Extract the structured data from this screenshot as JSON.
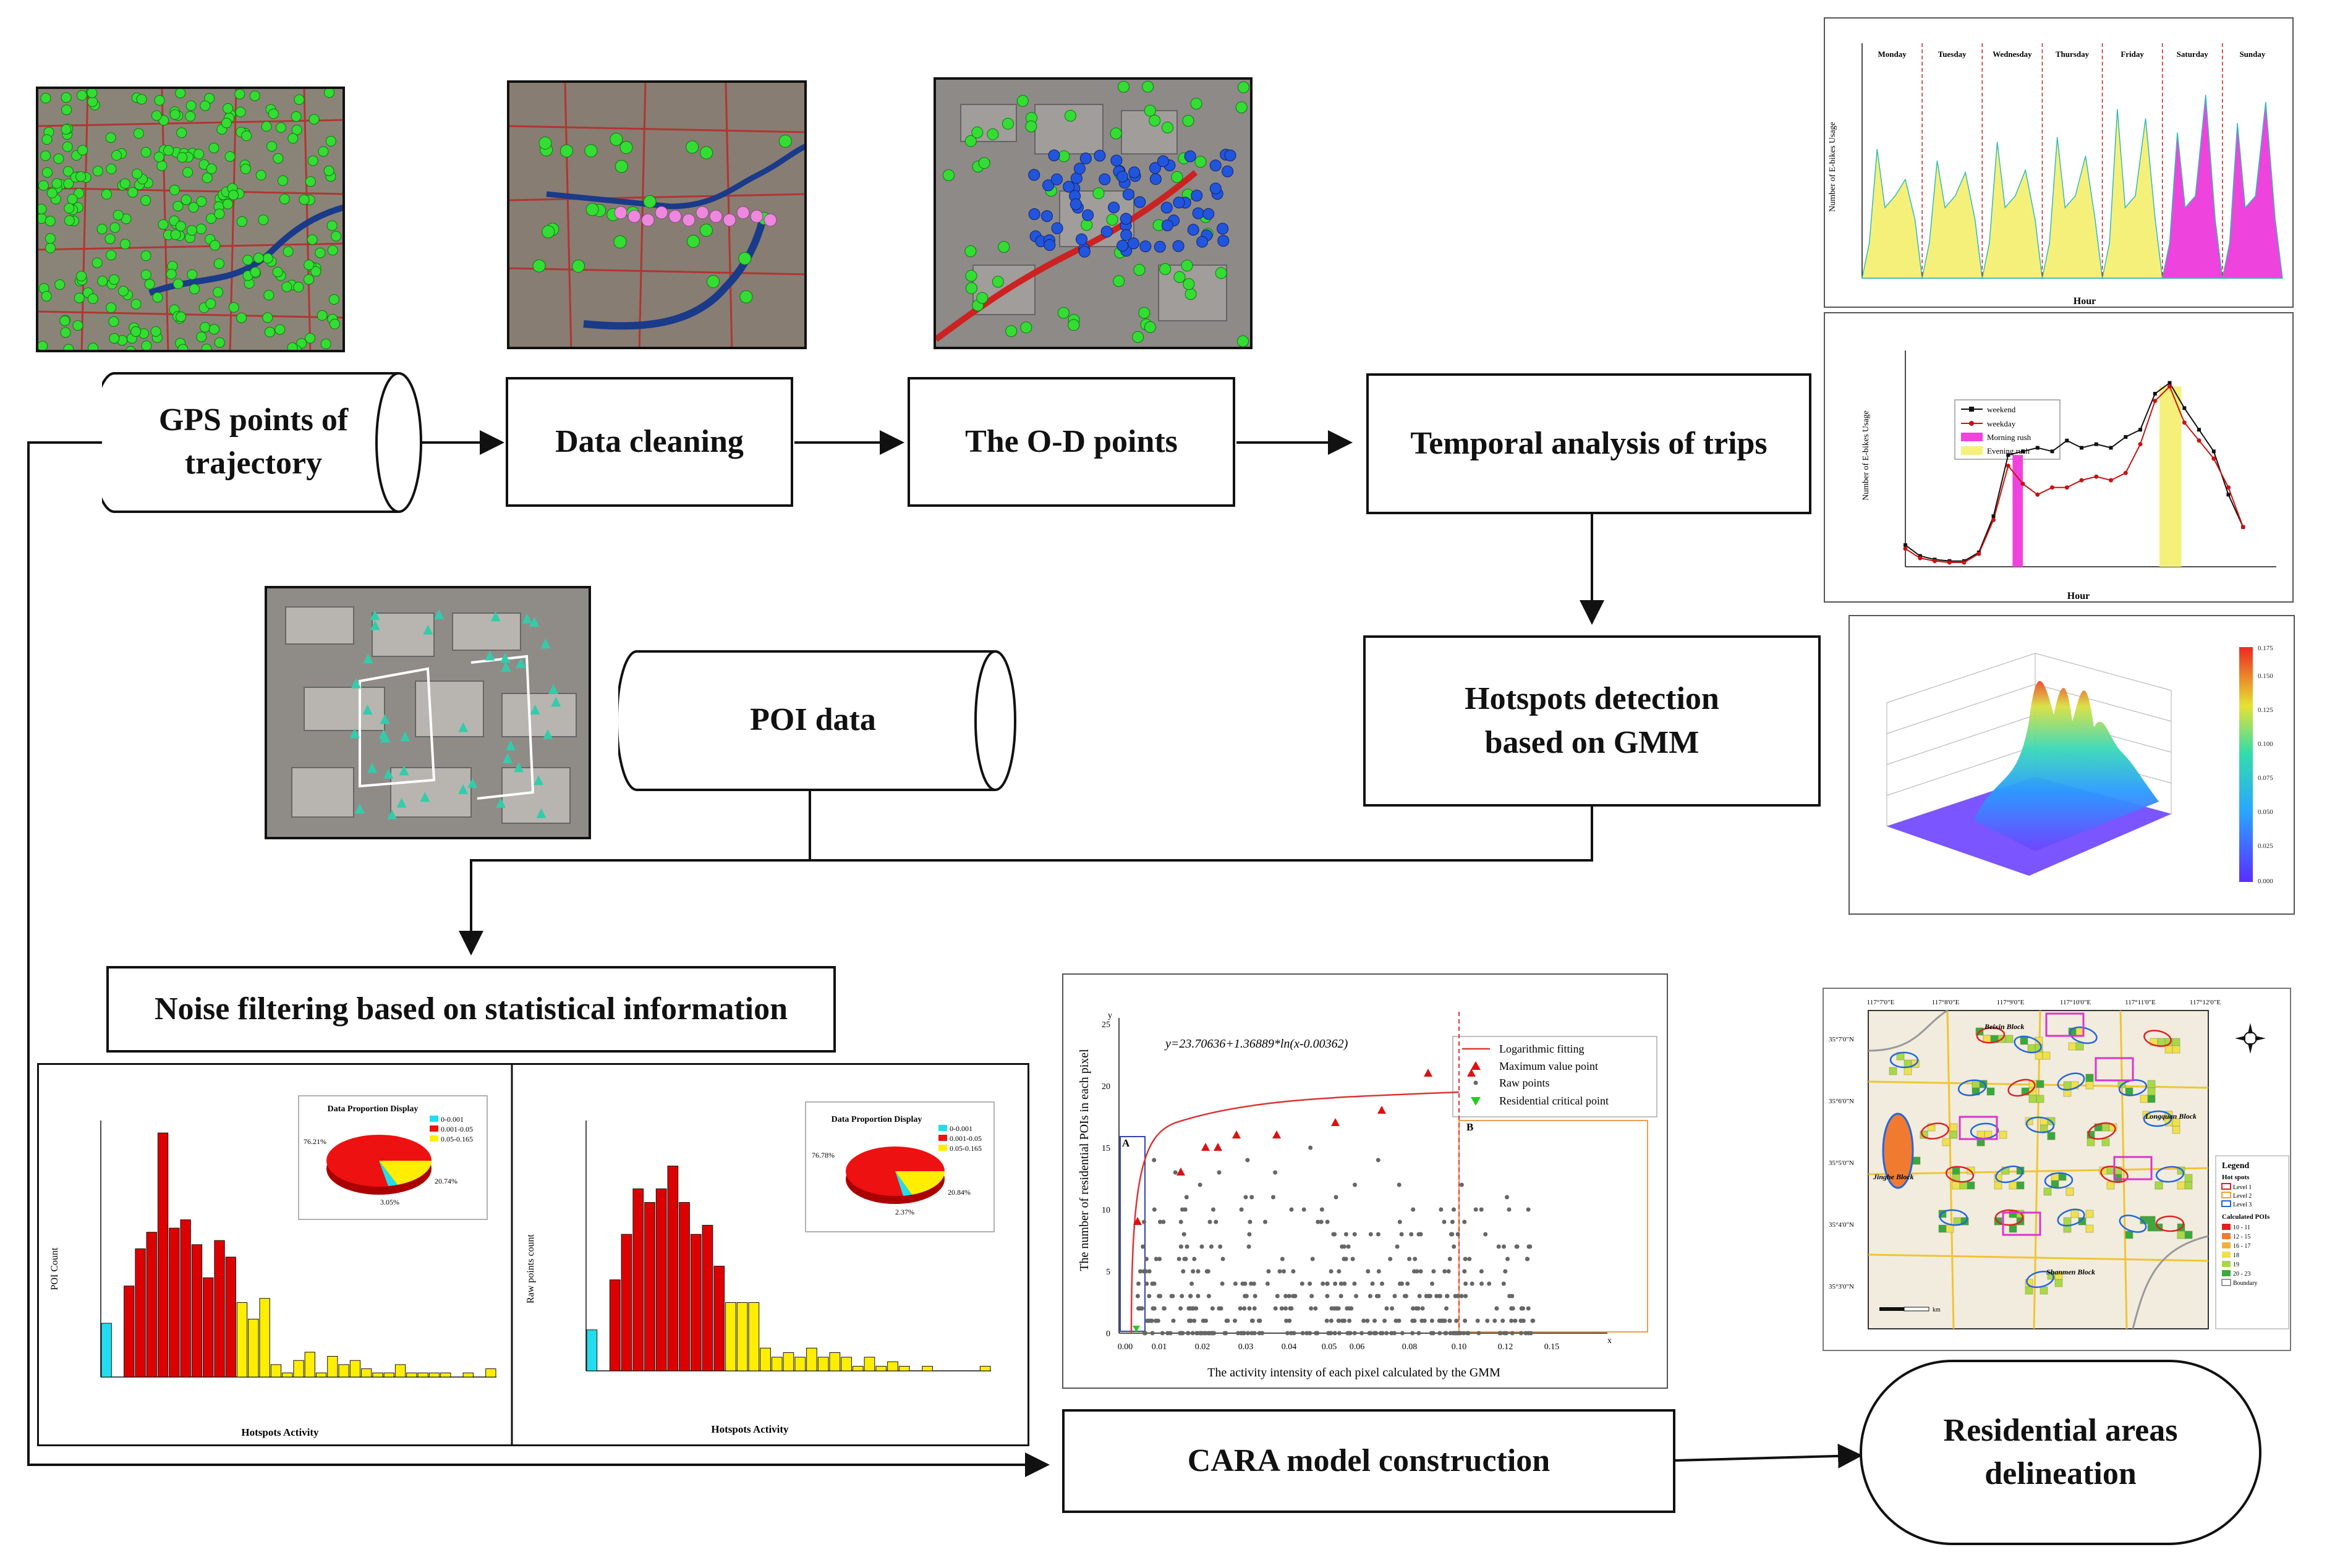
{
  "nodes": {
    "gps": "GPS points of\ntrajectory",
    "cleaning": "Data cleaning",
    "od": "The O-D points",
    "temporal": "Temporal analysis of trips",
    "hotspots": "Hotspots detection\nbased on GMM",
    "poi": "POI data",
    "noise": "Noise filtering based on statistical information",
    "cara": "CARA model construction",
    "residential": "Residential areas\ndelineation"
  },
  "colors": {
    "line": "#111111",
    "yellow_fill": "#f5f07a",
    "magenta_fill": "#ee44dd",
    "red_bar": "#dd0000",
    "yellow_bar": "#ffee00",
    "cyan_bar": "#22ddee",
    "green_point": "#33dd33",
    "blue_point": "#2255dd",
    "pink_point": "#ee88dd"
  },
  "weekly": {
    "days": [
      "Monday",
      "Tuesday",
      "Wednesday",
      "Thursday",
      "Friday",
      "Saturday",
      "Sunday"
    ],
    "ylabel": "Number of E-bikes Usage",
    "xlabel": "Hour"
  },
  "daily": {
    "legend": [
      "weekend",
      "weekday",
      "Morning rush",
      "Evening rush"
    ],
    "ylabel": "Number of E-bikes Usage",
    "xlabel": "Hour"
  },
  "hist1": {
    "ylabel": "POI Count",
    "xlabel": "Hotspots Activity",
    "pie_title": "Data Proportion Display",
    "pie_legend": [
      "0-0.001",
      "0.001-0.05",
      "0.05-0.165"
    ],
    "pie_labels": [
      "76.21%",
      "20.74%",
      "3.05%"
    ],
    "values": [
      65,
      0,
      110,
      155,
      175,
      295,
      180,
      190,
      160,
      120,
      165,
      145,
      90,
      70,
      95,
      15,
      5,
      20,
      30,
      5,
      25,
      15,
      20,
      10,
      5,
      5,
      15,
      5,
      5,
      5,
      5,
      0,
      5,
      0,
      10
    ]
  },
  "hist2": {
    "ylabel": "Raw points count",
    "xlabel": "Hotspots Activity",
    "pie_title": "Data Proportion Display",
    "pie_legend": [
      "0-0.001",
      "0.001-0.05",
      "0.05-0.165"
    ],
    "pie_labels": [
      "76.78%",
      "20.84%",
      "2.37%"
    ],
    "values": [
      9,
      0,
      20,
      30,
      40,
      37,
      40,
      45,
      37,
      30,
      32,
      23,
      15,
      15,
      15,
      5,
      3,
      4,
      3,
      5,
      3,
      4,
      3,
      1,
      3,
      1,
      2,
      1,
      0,
      1,
      0,
      0,
      0,
      0,
      1
    ]
  },
  "scatter": {
    "equation": "y=23.70636+1.36889*ln(x-0.00362)",
    "ylabel": "The number of residential POIs in each pixel",
    "xlabel": "The activity intensity of each pixel calculated by the GMM",
    "legend": [
      "Logarithmic fitting",
      "Maximum value point",
      "Raw points",
      "Residential critical point"
    ],
    "box_a": "A",
    "box_b": "B",
    "xticks": [
      "0.00",
      "0.01",
      "0.02",
      "0.03",
      "0.04",
      "0.05",
      "0.06",
      "0.08",
      "0.10",
      "0.12",
      "0.15"
    ],
    "yticks": [
      "0",
      "5",
      "10",
      "15",
      "20",
      "25"
    ],
    "y_axis": "y",
    "x_axis": "x"
  },
  "map": {
    "lon_labels": [
      "117°7'0\"E",
      "117°8'0\"E",
      "117°9'0\"E",
      "117°10'0\"E",
      "117°11'0\"E",
      "117°12'0\"E"
    ],
    "lat_labels": [
      "35°7'0\"N",
      "35°6'0\"N",
      "35°5'0\"N",
      "35°4'0\"N",
      "35°3'0\"N"
    ],
    "place_names": [
      "Beixin Block",
      "Longquan Block",
      "Jinghe Block",
      "Shanmen Block"
    ],
    "legend_title": "Legend",
    "legend_hot": "Hot spots",
    "legend_levels": [
      "Level 1",
      "Level 2",
      "Level 3"
    ],
    "legend_pois_title": "Calculated POIs",
    "legend_pois": [
      "10 - 11",
      "12 - 15",
      "16 - 17",
      "18",
      "19",
      "20 - 23"
    ],
    "legend_boundary": "Boundary",
    "scale": "km"
  }
}
